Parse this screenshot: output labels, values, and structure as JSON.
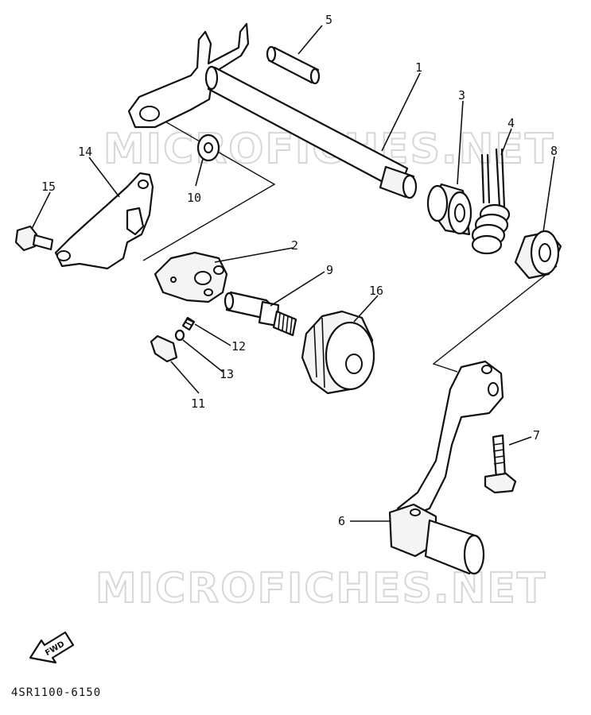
{
  "watermark": "MICROFICHES.NET",
  "diagram_code": "4SR1100-6150",
  "fwd_label": "FWD",
  "callouts": {
    "c1": "1",
    "c2": "2",
    "c3": "3",
    "c4": "4",
    "c5": "5",
    "c6": "6",
    "c7": "7",
    "c8": "8",
    "c9": "9",
    "c10": "10",
    "c11": "11",
    "c12": "12",
    "c13": "13",
    "c14": "14",
    "c15": "15",
    "c16": "16"
  }
}
